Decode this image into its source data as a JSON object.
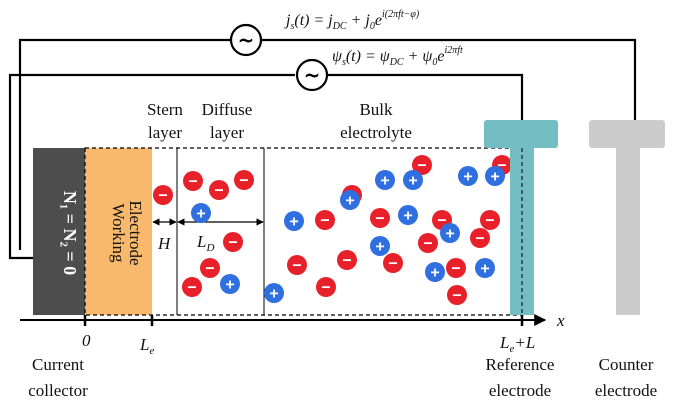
{
  "source_equation": {
    "lhs": "j",
    "lhs_sub": "s",
    "rhs_a": "(t) = j",
    "sub_dc": "DC",
    "plus": " + j",
    "sub_0": "0",
    "exp_base": "e",
    "exponent": "i(2πft−φ)"
  },
  "potential_equation": {
    "lhs": "ψ",
    "lhs_sub": "s",
    "rhs_a": "(t) = ψ",
    "sub_dc": "DC",
    "plus": " + ψ",
    "sub_0": "0",
    "exp_base": "e",
    "exponent": "i2πft"
  },
  "ac_source_symbol": "~",
  "regions": {
    "stern": [
      "Stern",
      "layer"
    ],
    "diffuse": [
      "Diffuse",
      "layer"
    ],
    "bulk": [
      "Bulk",
      "electrolyte"
    ]
  },
  "collector_label": "N₁ = N₂ = 0",
  "electrode_label": [
    "Working",
    "Electrode"
  ],
  "dimensions": {
    "stern_thickness": "H",
    "debye_length": "L",
    "debye_sub": "D"
  },
  "axis": {
    "x_label": "x",
    "ticks": [
      {
        "main": "0",
        "sub": "",
        "tail": ""
      },
      {
        "main": "L",
        "sub": "e",
        "tail": ""
      },
      {
        "main": "L",
        "sub": "e",
        "tail": "+L"
      }
    ]
  },
  "bottom_labels": {
    "current_collector": [
      "Current",
      "collector"
    ],
    "reference_electrode": [
      "Reference",
      "electrode"
    ],
    "counter_electrode": [
      "Counter",
      "electrode"
    ]
  },
  "ions": {
    "anion_symbol": "−",
    "cation_symbol": "+",
    "anion_color": "#e8202a",
    "cation_color": "#2f6fe0",
    "anions": [
      [
        163,
        195
      ],
      [
        193,
        181
      ],
      [
        219,
        190
      ],
      [
        244,
        180
      ],
      [
        233,
        242
      ],
      [
        210,
        268
      ],
      [
        192,
        287
      ],
      [
        325,
        220
      ],
      [
        297,
        265
      ],
      [
        347,
        260
      ],
      [
        326,
        287
      ],
      [
        380,
        218
      ],
      [
        352,
        195
      ],
      [
        393,
        263
      ],
      [
        422,
        165
      ],
      [
        442,
        220
      ],
      [
        428,
        243
      ],
      [
        456,
        268
      ],
      [
        457,
        295
      ],
      [
        490,
        220
      ],
      [
        480,
        238
      ],
      [
        502,
        165
      ]
    ],
    "cations": [
      [
        201,
        213
      ],
      [
        294,
        221
      ],
      [
        274,
        293
      ],
      [
        230,
        284
      ],
      [
        350,
        200
      ],
      [
        385,
        180
      ],
      [
        380,
        246
      ],
      [
        408,
        215
      ],
      [
        413,
        180
      ],
      [
        450,
        233
      ],
      [
        468,
        176
      ],
      [
        495,
        176
      ],
      [
        435,
        272
      ],
      [
        485,
        268
      ]
    ]
  },
  "colors": {
    "collector": "#4d4d4d",
    "working_electrode": "#f9b96d",
    "reference_electrode": "#73bdc3",
    "counter_electrode": "#cccccc",
    "wire": "#000000"
  }
}
